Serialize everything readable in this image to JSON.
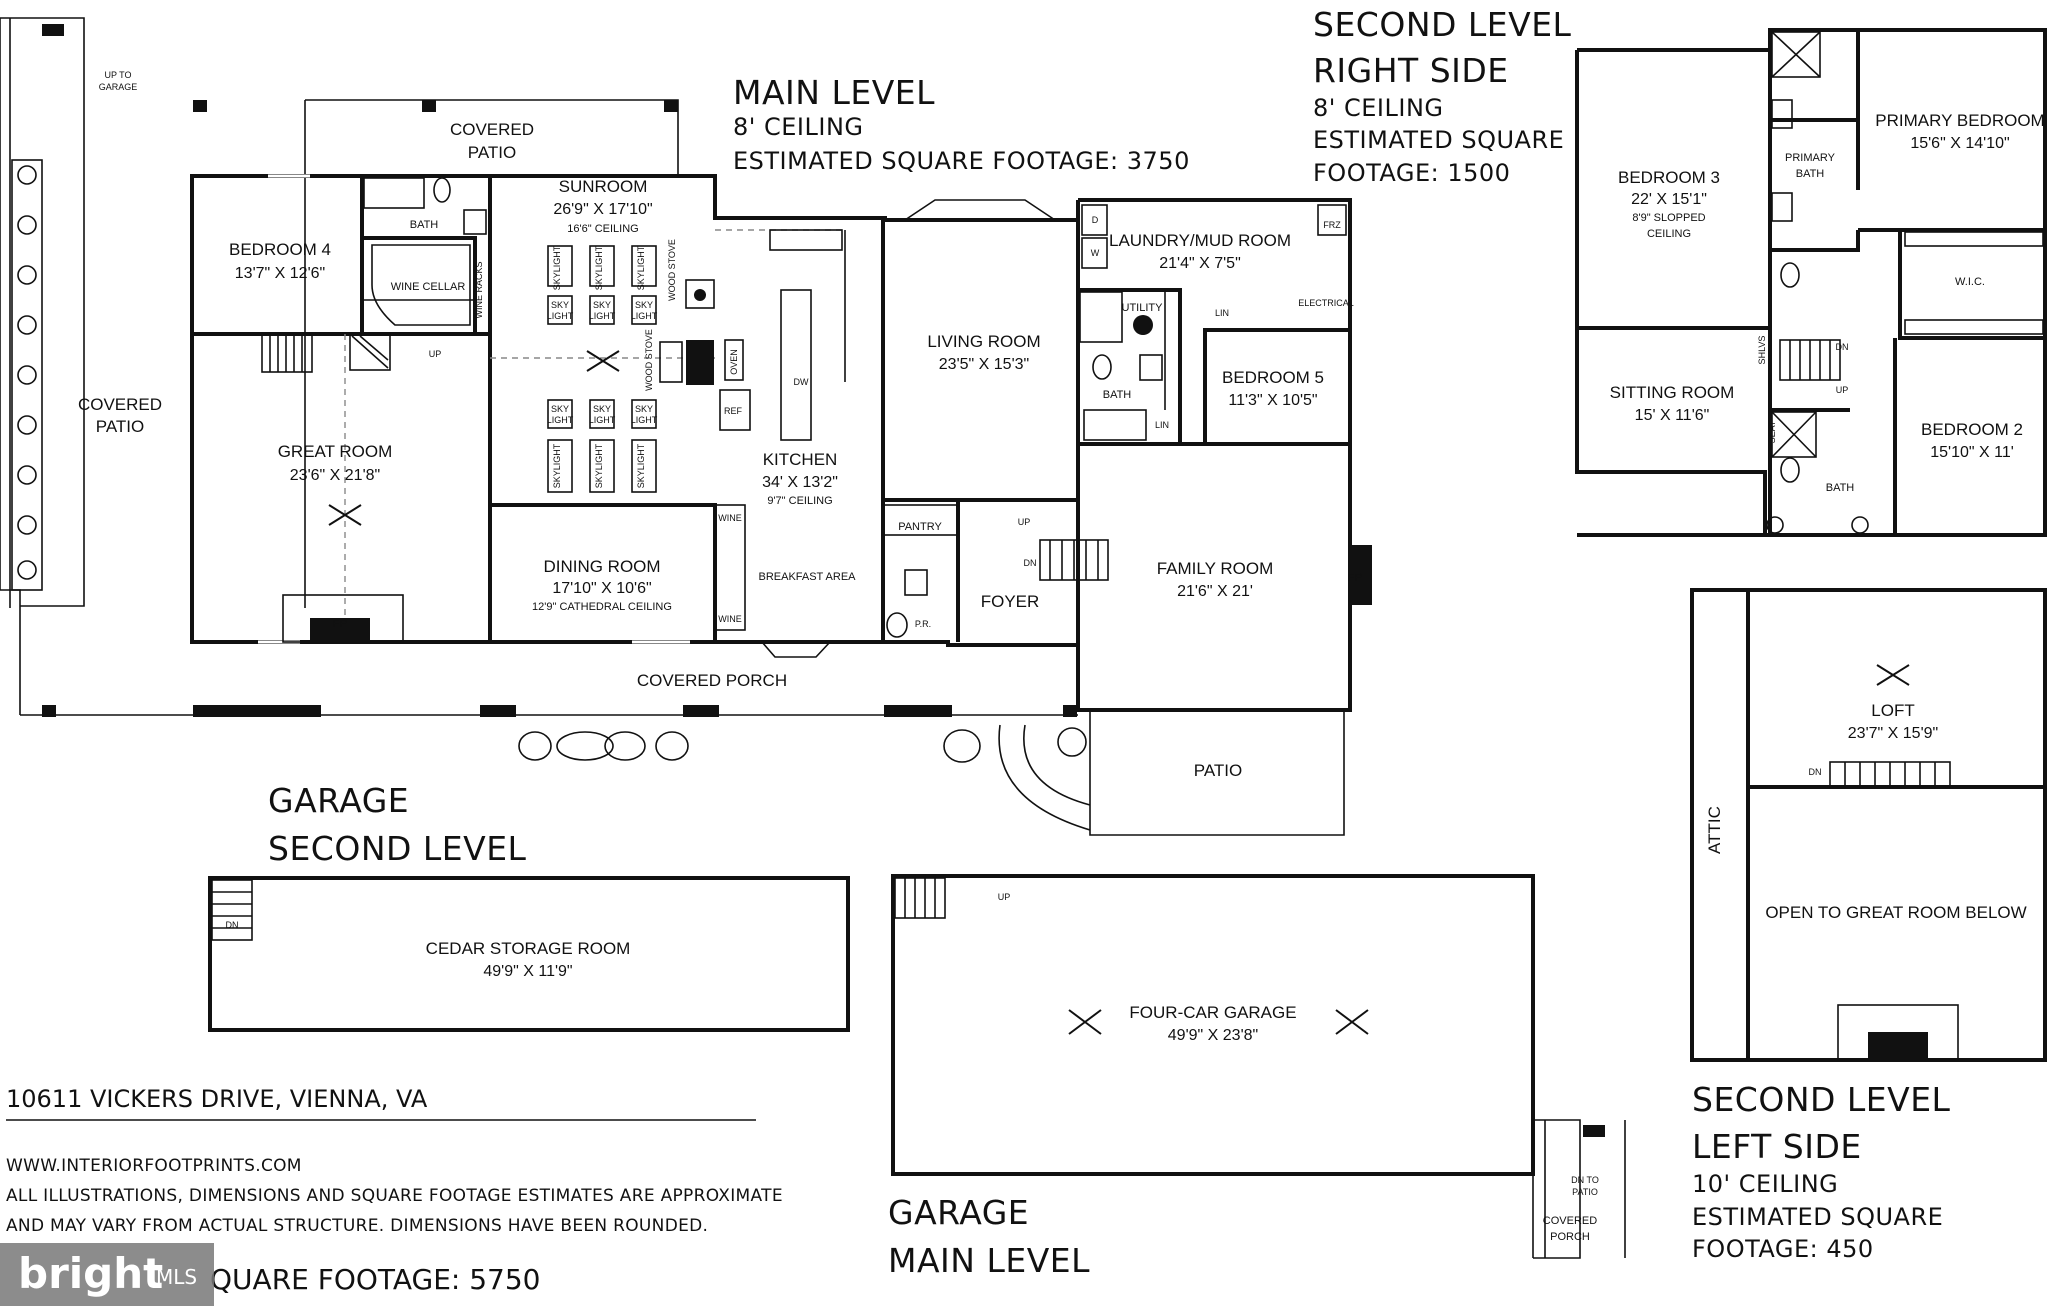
{
  "headings": {
    "main_level": {
      "title": "MAIN LEVEL",
      "ceiling": "8' CEILING",
      "sqft": "ESTIMATED SQUARE FOOTAGE: 3750"
    },
    "second_right": {
      "title1": "SECOND LEVEL",
      "title2": "RIGHT SIDE",
      "ceiling": "8' CEILING",
      "sqft1": "ESTIMATED SQUARE",
      "sqft2": "FOOTAGE: 1500"
    },
    "second_left": {
      "title1": "SECOND LEVEL",
      "title2": "LEFT SIDE",
      "ceiling": "10' CEILING",
      "sqft1": "ESTIMATED SQUARE",
      "sqft2": "FOOTAGE: 450"
    },
    "garage_second": {
      "title1": "GARAGE",
      "title2": "SECOND LEVEL"
    },
    "garage_main": {
      "title1": "GARAGE",
      "title2": "MAIN LEVEL"
    }
  },
  "footer": {
    "address": "10611 VICKERS DRIVE, VIENNA, VA",
    "website": "WWW.INTERIORFOOTPRINTS.COM",
    "disclaimer1": "ALL ILLUSTRATIONS, DIMENSIONS AND SQUARE FOOTAGE ESTIMATES ARE APPROXIMATE",
    "disclaimer2": "AND MAY VARY FROM ACTUAL STRUCTURE. DIMENSIONS HAVE BEEN ROUNDED.",
    "total_sqft": "QUARE FOOTAGE: 5750"
  },
  "logo": {
    "brand": "bright",
    "suffix": "MLS"
  },
  "rooms": {
    "covered_patio_top": [
      "COVERED",
      "PATIO"
    ],
    "covered_patio_left": [
      "COVERED",
      "PATIO"
    ],
    "up_to_garage": [
      "UP TO",
      "GARAGE"
    ],
    "bedroom4": {
      "name": "BEDROOM 4",
      "dims": "13'7\" X 12'6\""
    },
    "bath_main": "BATH",
    "wine_cellar": "WINE CELLAR",
    "wine_racks": "WINE RACKS",
    "sunroom": {
      "name": "SUNROOM",
      "dims": "26'9\" X 17'10\"",
      "ceiling": "16'6\" CEILING"
    },
    "skylight": "SKYLIGHT",
    "sky_light": [
      "SKY",
      "LIGHT"
    ],
    "wood_stove": "WOOD STOVE",
    "great_room": {
      "name": "GREAT ROOM",
      "dims": "23'6\" X 21'8\""
    },
    "fp": "FP",
    "up": "UP",
    "dn": "DN",
    "dining": {
      "name": "DINING ROOM",
      "dims": "17'10\" X 10'6\"",
      "ceiling": "12'9\" CATHEDRAL CEILING"
    },
    "kitchen": {
      "name": "KITCHEN",
      "dims": "34' X 13'2\"",
      "ceiling": "9'7\" CEILING"
    },
    "oven": "OVEN",
    "ref": "REF",
    "dw": "DW",
    "wine": "WINE",
    "breakfast": "BREAKFAST AREA",
    "pantry": "PANTRY",
    "pr": "P.R.",
    "foyer": "FOYER",
    "living": {
      "name": "LIVING ROOM",
      "dims": "23'5\" X 15'3\""
    },
    "laundry": {
      "name": "LAUNDRY/MUD ROOM",
      "dims": "21'4\" X 7'5\""
    },
    "frz": "FRZ",
    "d": "D",
    "w": "W",
    "utility": "UTILITY",
    "lin": "LIN",
    "electrical": "ELECTRICAL",
    "bath_utility": "BATH",
    "bedroom5": {
      "name": "BEDROOM 5",
      "dims": "11'3\" X 10'5\""
    },
    "family": {
      "name": "FAMILY ROOM",
      "dims": "21'6\" X 21'"
    },
    "covered_porch": "COVERED PORCH",
    "patio": "PATIO",
    "bedroom3": {
      "name": "BEDROOM 3",
      "dims": "22' X 15'1\"",
      "ceiling1": "8'9\" SLOPPED",
      "ceiling2": "CEILING"
    },
    "primary_bath": [
      "PRIMARY",
      "BATH"
    ],
    "primary_bedroom": {
      "name": "PRIMARY BEDROOM",
      "dims": "15'6\" X 14'10\""
    },
    "wic": "W.I.C.",
    "shlvs": "SHLVS",
    "seat": "SEAT",
    "sitting": {
      "name": "SITTING ROOM",
      "dims": "15' X 11'6\""
    },
    "bedroom2": {
      "name": "BEDROOM 2",
      "dims": "15'10\" X 11'"
    },
    "bath_upper": "BATH",
    "loft": {
      "name": "LOFT",
      "dims": "23'7\" X 15'9\""
    },
    "attic": "ATTIC",
    "open_below": "OPEN TO GREAT ROOM BELOW",
    "cedar": {
      "name": "CEDAR STORAGE ROOM",
      "dims": "49'9\" X 11'9\""
    },
    "garage4": {
      "name": "FOUR-CAR GARAGE",
      "dims": "49'9\" X 23'8\""
    },
    "dn_to_patio": [
      "DN TO",
      "PATIO"
    ],
    "covered_porch_garage": [
      "COVERED",
      "PORCH"
    ]
  }
}
